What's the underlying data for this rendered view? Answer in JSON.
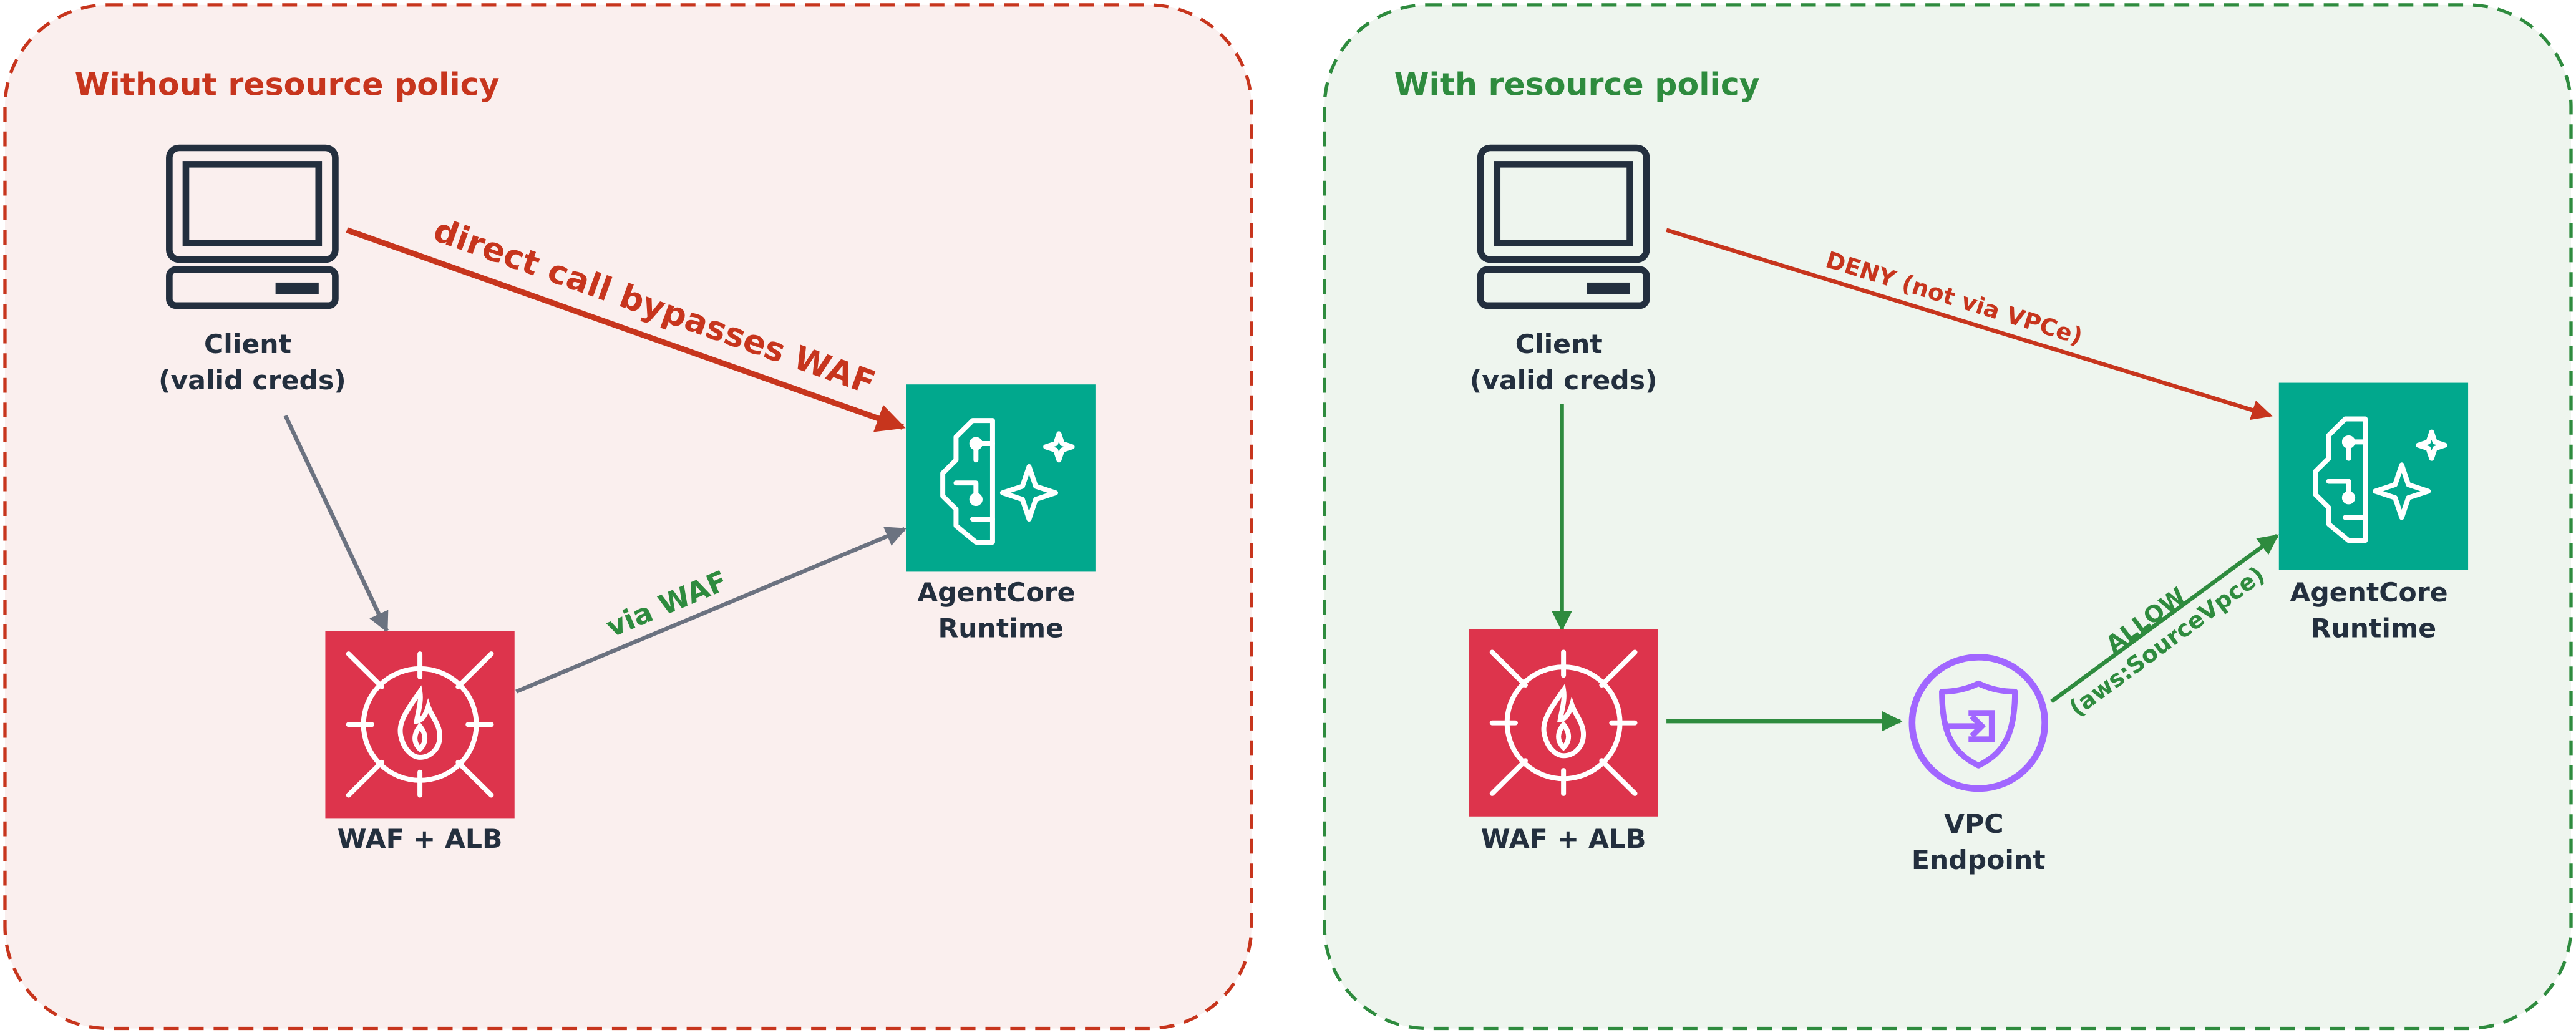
{
  "left_panel": {
    "title": "Without resource policy",
    "client_label": [
      "Client",
      "(valid creds)"
    ],
    "waf_label": "WAF + ALB",
    "agentcore_label": [
      "AgentCore",
      "Runtime"
    ],
    "direct_edge_label": "direct call bypasses WAF",
    "waf_edge_label": "via WAF"
  },
  "right_panel": {
    "title": "With resource policy",
    "client_label": [
      "Client",
      "(valid creds)"
    ],
    "waf_label": "WAF + ALB",
    "vpce_label": [
      "VPC",
      "Endpoint"
    ],
    "agentcore_label": [
      "AgentCore",
      "Runtime"
    ],
    "deny_edge_label": "DENY (not via VPCe)",
    "allow_edge_label": [
      "ALLOW",
      "(aws:SourceVpce)"
    ]
  },
  "colors": {
    "deny_red": "#C7351D",
    "allow_green": "#2E8B3E",
    "neutral_gray": "#6B7280",
    "left_bg": "#FAEFEE",
    "right_bg": "#EEF5EE",
    "waf_red": "#DD344C",
    "agentcore_teal": "#01A88D",
    "vpce_purple": "#A166FF",
    "icon_dark": "#232F3E"
  },
  "icons": {
    "client": "computer-icon",
    "waf": "waf-firewall-icon",
    "agentcore": "agentcore-brain-icon",
    "vpce": "vpc-endpoint-shield-icon"
  }
}
